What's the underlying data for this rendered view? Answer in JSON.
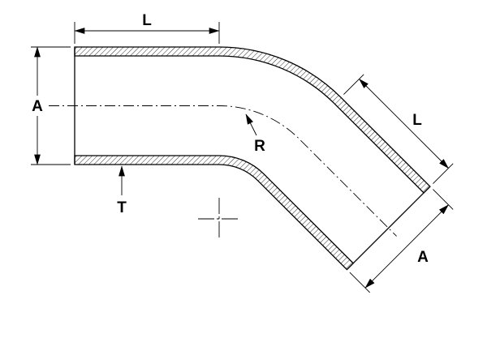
{
  "figure": {
    "labels": {
      "top_length": "L",
      "left_diameter": "A",
      "bend_radius": "R",
      "wall_thickness": "T",
      "angled_length": "L",
      "angled_diameter": "A"
    },
    "colors": {
      "line": "#000000",
      "background": "#ffffff"
    }
  }
}
